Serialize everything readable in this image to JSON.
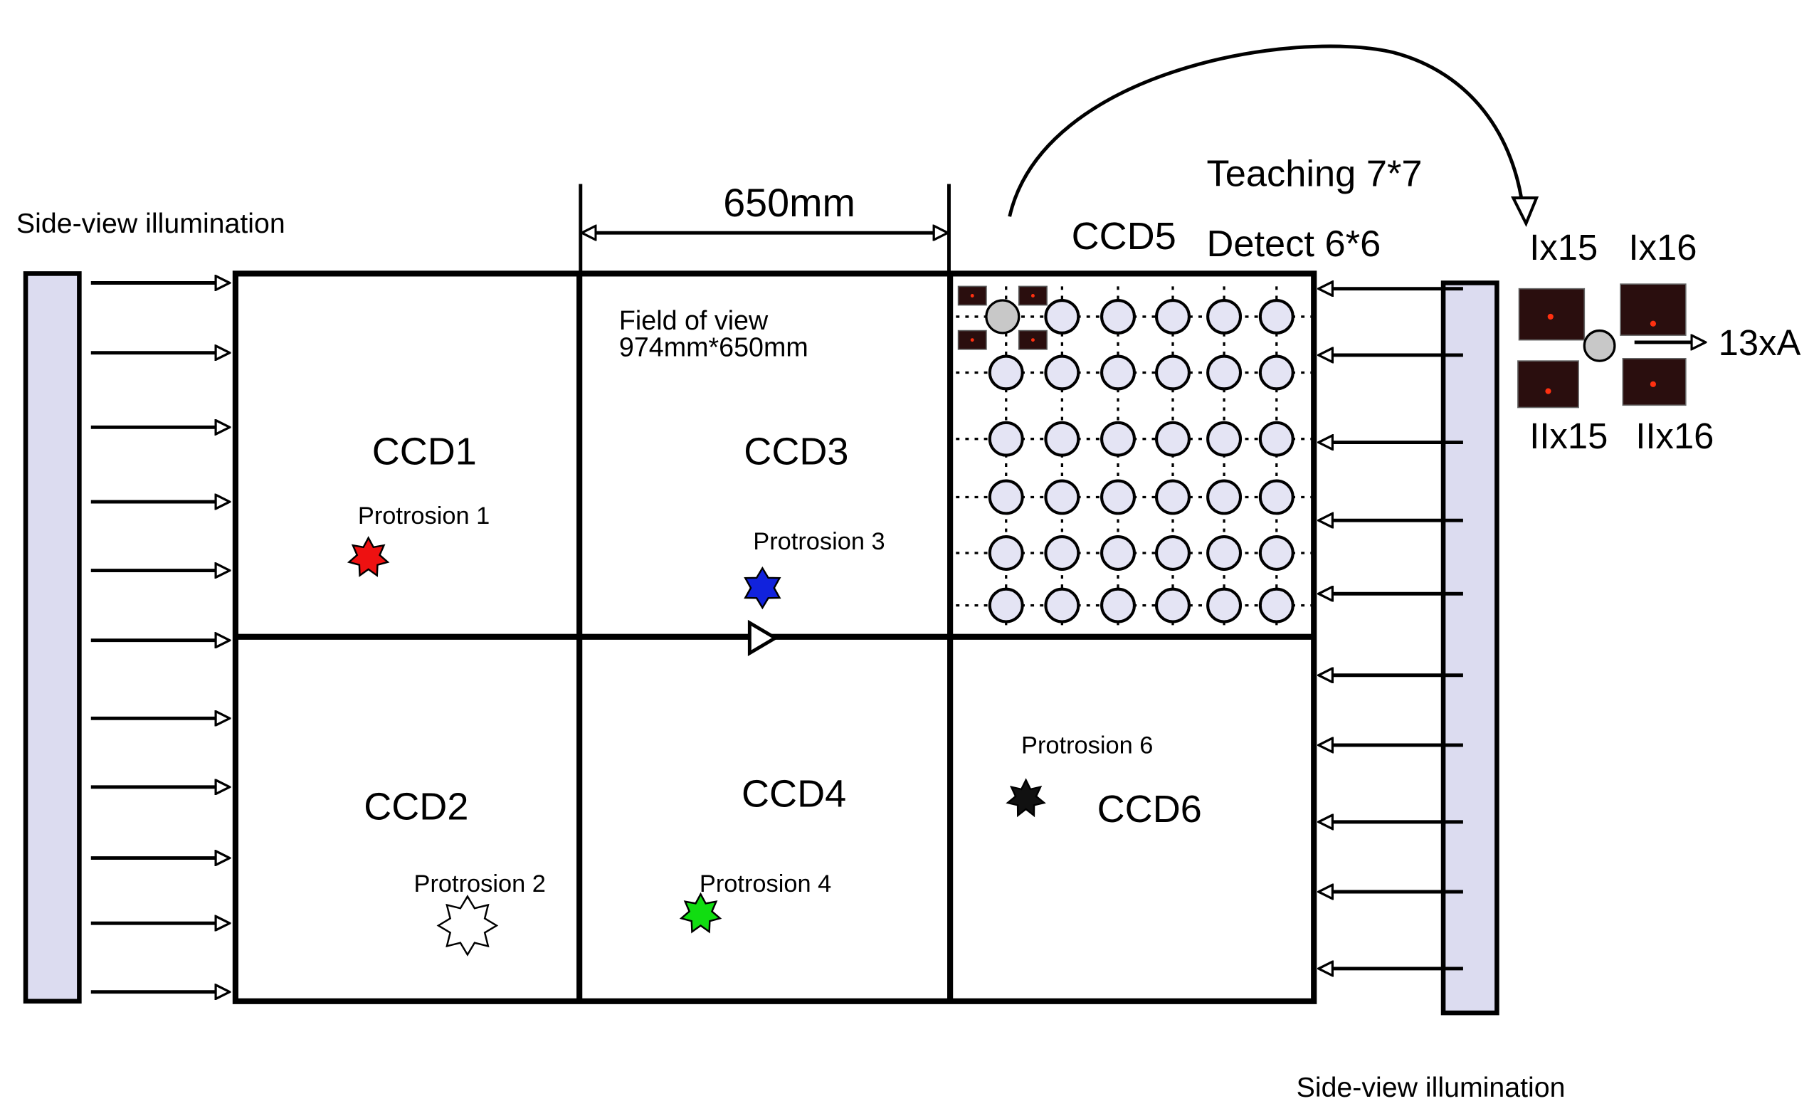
{
  "colors": {
    "illumination_bar": "#dcdcf0",
    "grid_circle": "#e4e4f4",
    "target_circle": "#c8c8c8",
    "thumb_bg": "#2a0e0e",
    "thumb_dot": "#ff3010",
    "protrusion_1": "#ee1111",
    "protrusion_2": "#ffffff",
    "protrusion_3": "#1122dd",
    "protrusion_4": "#11dd11",
    "protrusion_6": "#111111"
  },
  "labels": {
    "side_view_left": "Side-view illumination",
    "side_view_right": "Side-view illumination",
    "dimension": "650mm",
    "field_of_view_line1": "Field of view",
    "field_of_view_line2": "974mm*650mm",
    "teaching": "Teaching 7*7",
    "detect": "Detect 6*6"
  },
  "ccds": [
    {
      "name": "CCD1"
    },
    {
      "name": "CCD2"
    },
    {
      "name": "CCD3"
    },
    {
      "name": "CCD4"
    },
    {
      "name": "CCD5"
    },
    {
      "name": "CCD6"
    }
  ],
  "protrusions": [
    {
      "label": "Protrosion 1",
      "color": "#ee1111"
    },
    {
      "label": "Protrosion 2",
      "color": "#ffffff"
    },
    {
      "label": "Protrosion 3",
      "color": "#1122dd"
    },
    {
      "label": "Protrosion 4",
      "color": "#11dd11"
    },
    {
      "label": "Protrosion 6",
      "color": "#111111"
    }
  ],
  "thumbnails": {
    "top_left": "Ix15",
    "top_right": "Ix16",
    "bottom_left": "IIx15",
    "bottom_right": "IIx16",
    "output": "13xA"
  },
  "detect_grid": {
    "rows": 6,
    "cols": 6
  }
}
